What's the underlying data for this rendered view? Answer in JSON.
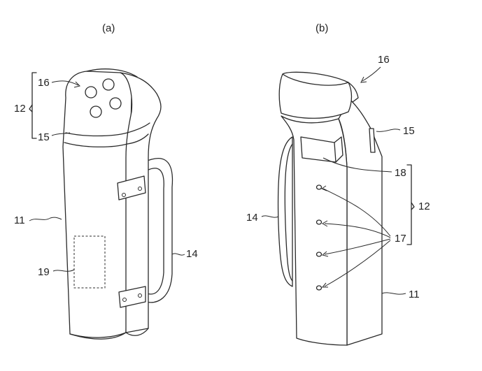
{
  "captions": {
    "a": "(a)",
    "b": "(b)"
  },
  "labels_a": {
    "l16": "16",
    "l12": "12",
    "l15": "15",
    "l11": "11",
    "l14": "14",
    "l19": "19"
  },
  "labels_b": {
    "l16": "16",
    "l15": "15",
    "l18": "18",
    "l12": "12",
    "l14": "14",
    "l17": "17",
    "l11": "11"
  }
}
